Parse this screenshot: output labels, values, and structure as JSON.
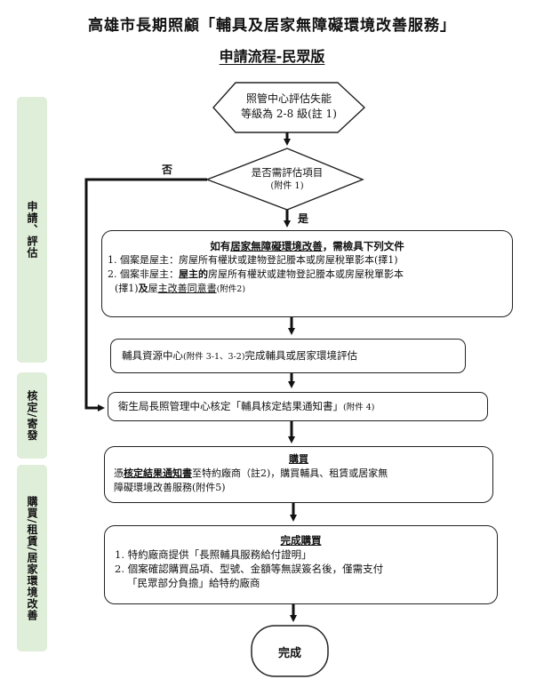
{
  "header": {
    "title": "高雄市長期照顧「輔具及居家無障礙環境改善服務」",
    "subtitle": "申請流程-民眾版"
  },
  "phases": [
    {
      "label": "申請、評估"
    },
    {
      "label": "核定/寄發"
    },
    {
      "label": "購買/租賃/居家環境改善"
    }
  ],
  "flow": {
    "start": {
      "line1": "照管中心評估失能",
      "line2": "等級為 2-8 級(註 1)"
    },
    "decision": {
      "line1": "是否需評估項目",
      "line2": "(附件 1)",
      "no_label": "否",
      "yes_label": "是"
    },
    "documents": {
      "heading_prefix": "如有",
      "heading_underlined": "居家無障礙環境改善",
      "heading_suffix": "，需檢具下列文件",
      "item1": "1. 個案是屋主：房屋所有權狀或建物登記謄本或房屋稅單影本(擇1)",
      "item2_prefix": "2. 個案非屋主：",
      "item2_bold": "屋主的",
      "item2_rest": "房屋所有權狀或建物登記謄本或房屋稅單影本",
      "item2_line2_a": "(擇1)",
      "item2_line2_bold": "及",
      "item2_line2_b": "屋",
      "item2_line2_underlined": "主改善同意書",
      "item2_line2_c": "(附件2)"
    },
    "assessment": {
      "prefix": "輔具資源中心",
      "note": "(附件 3-1、3-2)",
      "suffix": "完成輔具或居家環境評估"
    },
    "approval": {
      "text": "衛生局長照管理中心核定「輔具核定結果通知書」",
      "note": "(附件 4)"
    },
    "purchase": {
      "heading": "購買",
      "prefix": "憑",
      "bold_underlined": "核定結果通知書",
      "line1_rest": "至特約廠商（註2)，購買輔具、租賃或居家無",
      "line2": "障礙環境改善服務(附件5)"
    },
    "complete_purchase": {
      "heading": "完成購買",
      "item1": "1. 特約廠商提供「長照輔具服務給付證明」",
      "item2": "2. 個案確認購買品項、型號、金額等無誤簽名後，僅需支付",
      "item2_line2": "「民眾部分負擔」給特約廠商"
    },
    "end": {
      "label": "完成"
    }
  }
}
